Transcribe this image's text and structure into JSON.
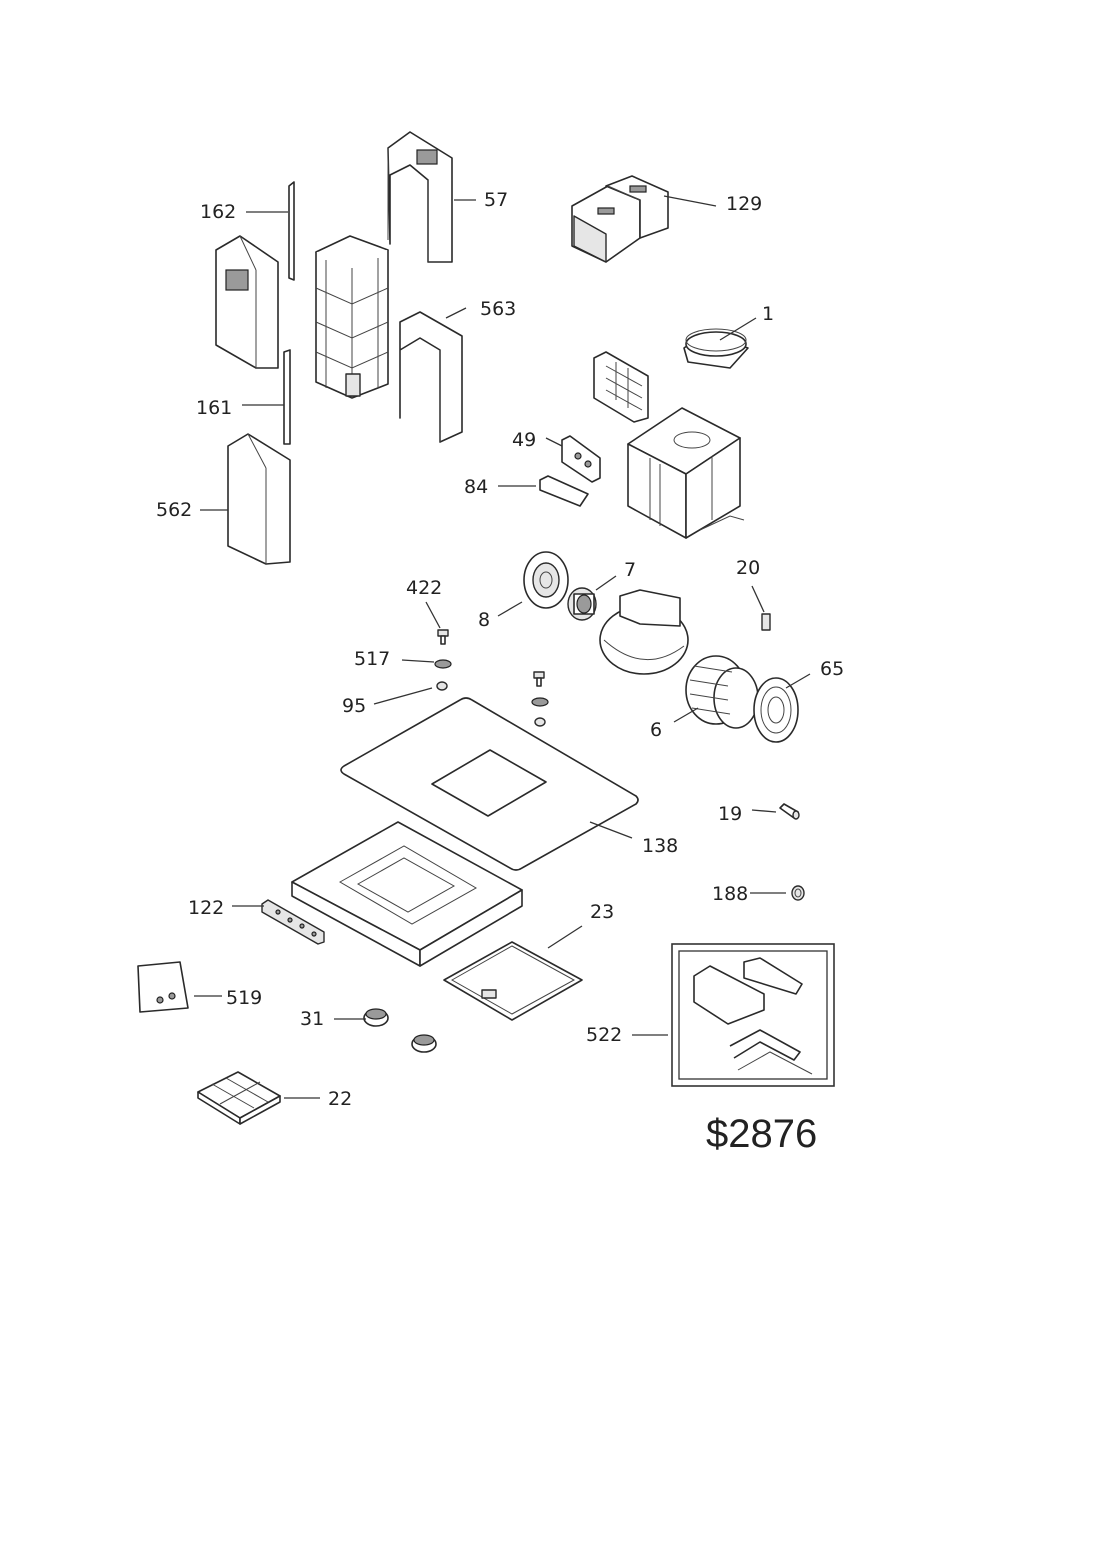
{
  "parts": {
    "p162": "162",
    "p57": "57",
    "p129": "129",
    "p563": "563",
    "p1": "1",
    "p161": "161",
    "p49": "49",
    "p84": "84",
    "p562": "562",
    "p422": "422",
    "p7": "7",
    "p20": "20",
    "p8": "8",
    "p517": "517",
    "p65": "65",
    "p95": "95",
    "p6": "6",
    "p19": "19",
    "p138": "138",
    "p188": "188",
    "p122": "122",
    "p23": "23",
    "p519": "519",
    "p31": "31",
    "p522": "522",
    "p22": "22"
  },
  "price": "$2876"
}
